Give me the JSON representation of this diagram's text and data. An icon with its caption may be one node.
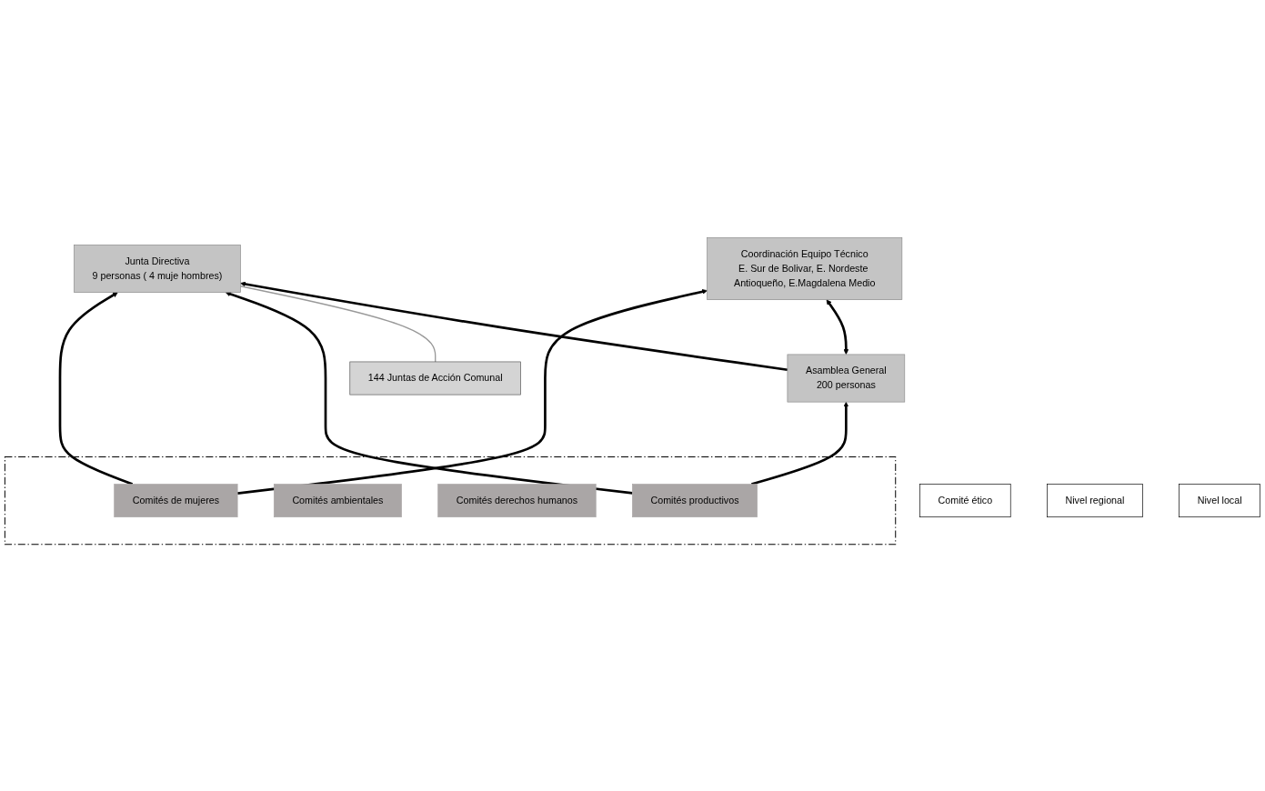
{
  "diagram": {
    "nodes": [
      {
        "text": [
          "Junta Directiva",
          "9 personas ( 4 muje hombres)"
        ]
      },
      {
        "text": [
          "Comité ético"
        ]
      },
      {
        "text": [
          "Asamblea General",
          "200 personas"
        ]
      },
      {
        "text": [
          "Coordinación Equipo Técnico",
          "E. Sur de Bolivar, E. Nordeste Antioqueño, E.Magdalena Medio"
        ]
      },
      {
        "text": [
          "144 Juntas de Acción Comunal"
        ]
      },
      {
        "text": [],
        "shape": "box"
      },
      {
        "text": [
          "Comités productivos"
        ],
        "in": 5
      },
      {
        "text": [
          "Comités ambientales"
        ],
        "in": 5
      },
      {
        "text": [
          "Comités derechos humanos"
        ],
        "in": 5
      },
      {
        "text": [
          "Comités de mujeres"
        ],
        "in": 5
      },
      {
        "text": [
          "Nivel regional"
        ]
      },
      {
        "text": [
          "Nivel local"
        ]
      }
    ],
    "edges": [
      {
        "from": 2,
        "to": 0,
        "arrow": "to"
      },
      {
        "from": 0,
        "to": 4,
        "arrow": "none",
        "color": "#999999"
      },
      {
        "from": 2,
        "to": 3,
        "arrow": "both"
      },
      {
        "from": 6,
        "to": 2,
        "arrow": "to"
      },
      {
        "from": 9,
        "to": 3,
        "arrow": "to"
      },
      {
        "from": 6,
        "to": 0,
        "arrow": "to"
      },
      {
        "from": 9,
        "to": 0,
        "arrow": "to"
      }
    ]
  }
}
